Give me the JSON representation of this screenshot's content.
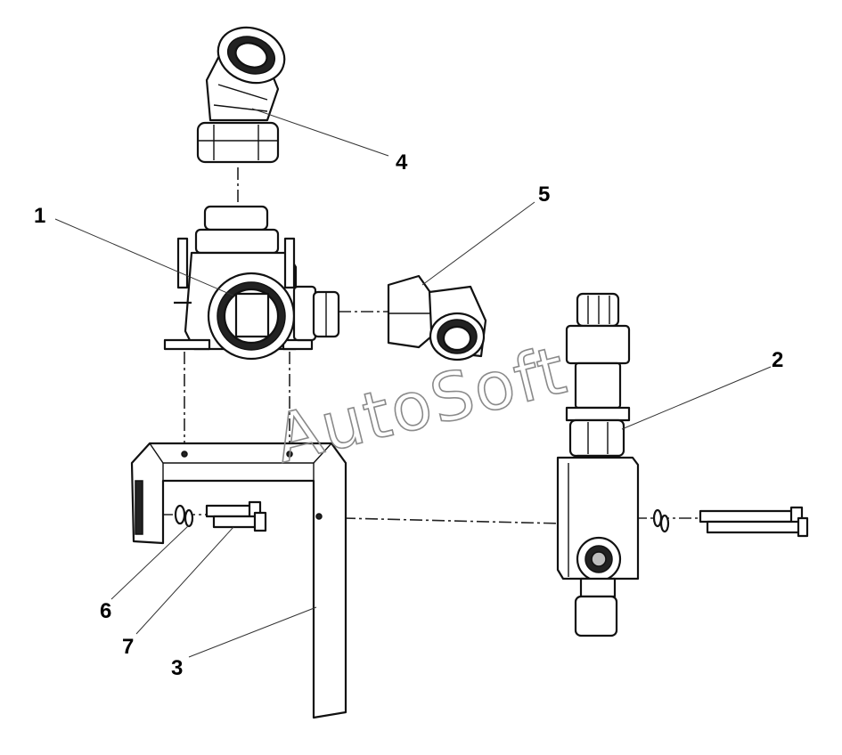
{
  "watermark": "AutoSoft",
  "callouts": [
    {
      "id": "1",
      "label": "1"
    },
    {
      "id": "2",
      "label": "2"
    },
    {
      "id": "3",
      "label": "3"
    },
    {
      "id": "4",
      "label": "4"
    },
    {
      "id": "5",
      "label": "5"
    },
    {
      "id": "6",
      "label": "6"
    },
    {
      "id": "7",
      "label": "7"
    }
  ],
  "colors": {
    "ink": "#111111",
    "watermark": "#8a8a8a",
    "background": "#ffffff"
  }
}
